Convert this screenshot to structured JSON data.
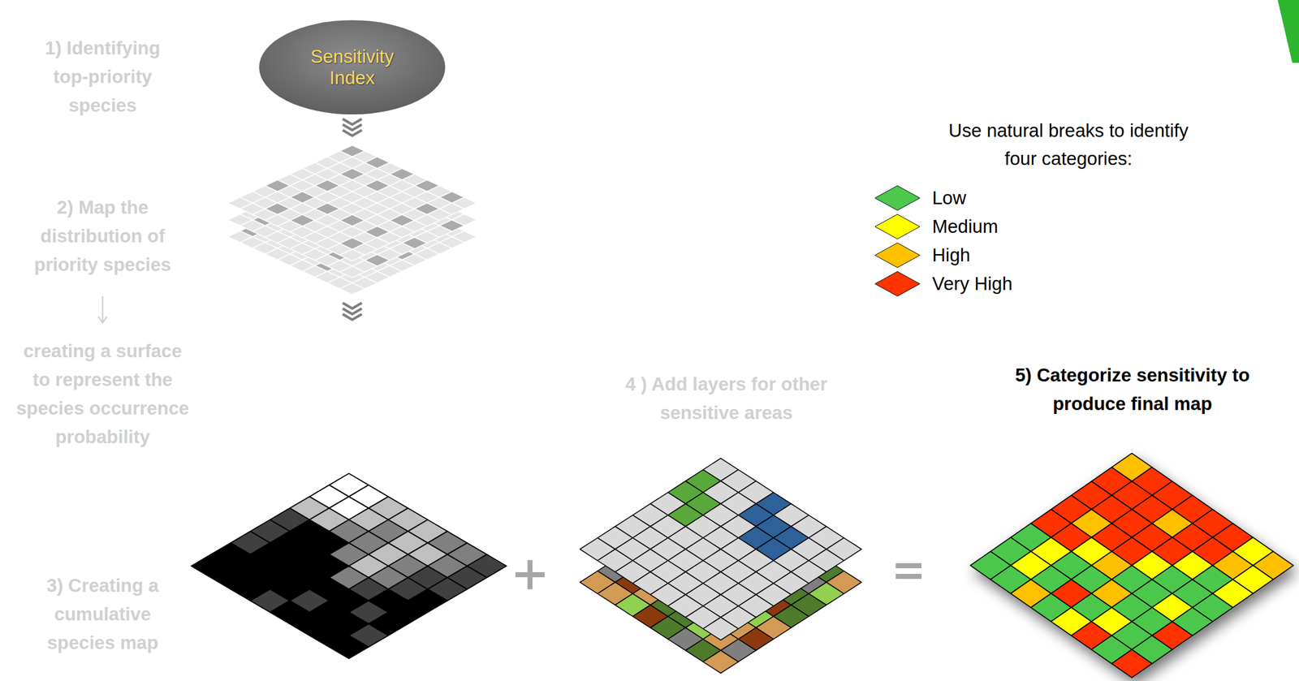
{
  "diagram": {
    "nodes": [
      {
        "text": [
          "Sensitivity Index"
        ]
      }
    ],
    "labels": [
      "1) Identifying top-priority species",
      "2) Map the distribution of priority species",
      "creating a surface to represent the species occurrence probability",
      "Use natural breaks to identify four categories:",
      "4 ) Add layers for other sensitive areas",
      "5) Categorize sensitivity to produce final map",
      "3) Creating a cumulative species map"
    ],
    "legend": [
      {
        "text": "Low",
        "color": "#4CC84C"
      },
      {
        "text": "Medium",
        "color": "#FFFF00"
      },
      {
        "text": "High",
        "color": "#FFC000"
      },
      {
        "text": "Very High",
        "color": "#FF3300"
      }
    ]
  }
}
